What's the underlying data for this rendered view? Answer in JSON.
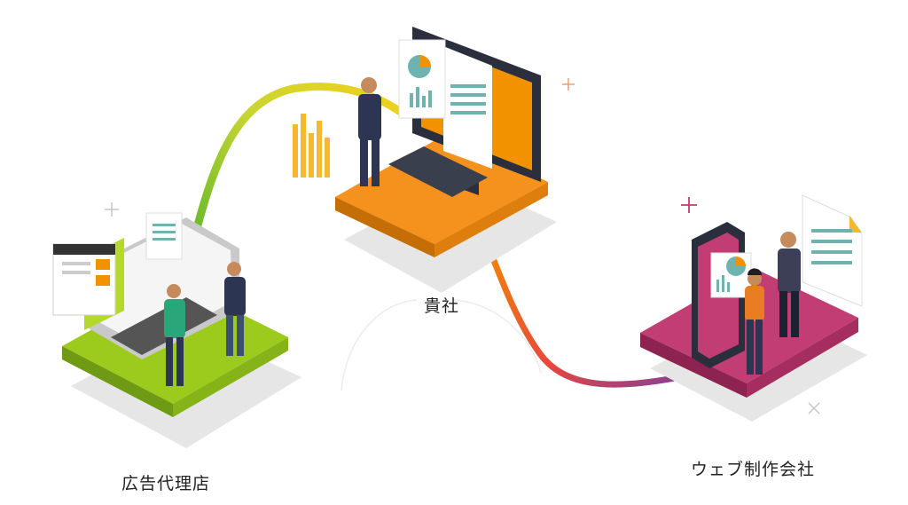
{
  "diagram": {
    "nodes": [
      {
        "id": "agency",
        "label": "広告代理店",
        "color": "#8cc21e"
      },
      {
        "id": "client",
        "label": "貴社",
        "color": "#f39200"
      },
      {
        "id": "webco",
        "label": "ウェブ制作会社",
        "color": "#c8366d"
      }
    ],
    "edges": [
      {
        "from": "agency",
        "to": "client",
        "colors": [
          "#3fae2a",
          "#c9d531",
          "#f2d11b"
        ]
      },
      {
        "from": "client",
        "to": "webco",
        "colors": [
          "#f39200",
          "#e8473c",
          "#7b3fa0"
        ]
      }
    ]
  }
}
